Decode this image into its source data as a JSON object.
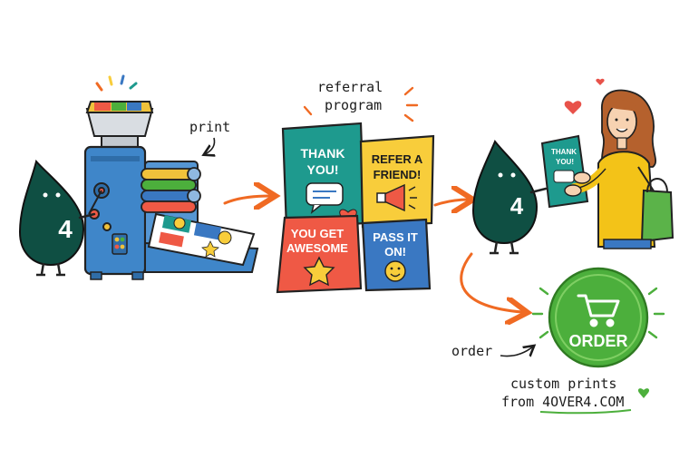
{
  "labels": {
    "print": "print",
    "referral_line1": "referral",
    "referral_line2": "program",
    "order": "order",
    "custom_line1": "custom prints",
    "custom_line2": "from 4OVER4.COM"
  },
  "mascot_number": "4",
  "cards": {
    "thank_you": [
      "THANK",
      "YOU!"
    ],
    "refer": [
      "REFER A",
      "FRIEND!"
    ],
    "awesome": [
      "YOU GET",
      "AWESOME"
    ],
    "pass": [
      "PASS IT",
      "ON!"
    ],
    "held": [
      "THANK",
      "YOU!"
    ]
  },
  "order_button": "ORDER",
  "colors": {
    "mascot": "#0f4f43",
    "press_blue": "#3f86c9",
    "arrow_orange": "#f06a23",
    "card_teal": "#1e9a8e",
    "card_yellow": "#f8cd3b",
    "card_red": "#ef5945",
    "card_blue": "#3a78c2",
    "order_green": "#4caf3c",
    "woman_top": "#f3c318",
    "bag_green": "#5bb349",
    "heart": "#e8524a"
  },
  "icons": [
    "printing-press-icon",
    "cart-icon",
    "heart-icon",
    "megaphone-icon",
    "star-icon",
    "smiley-icon",
    "speech-bubble-icon"
  ]
}
